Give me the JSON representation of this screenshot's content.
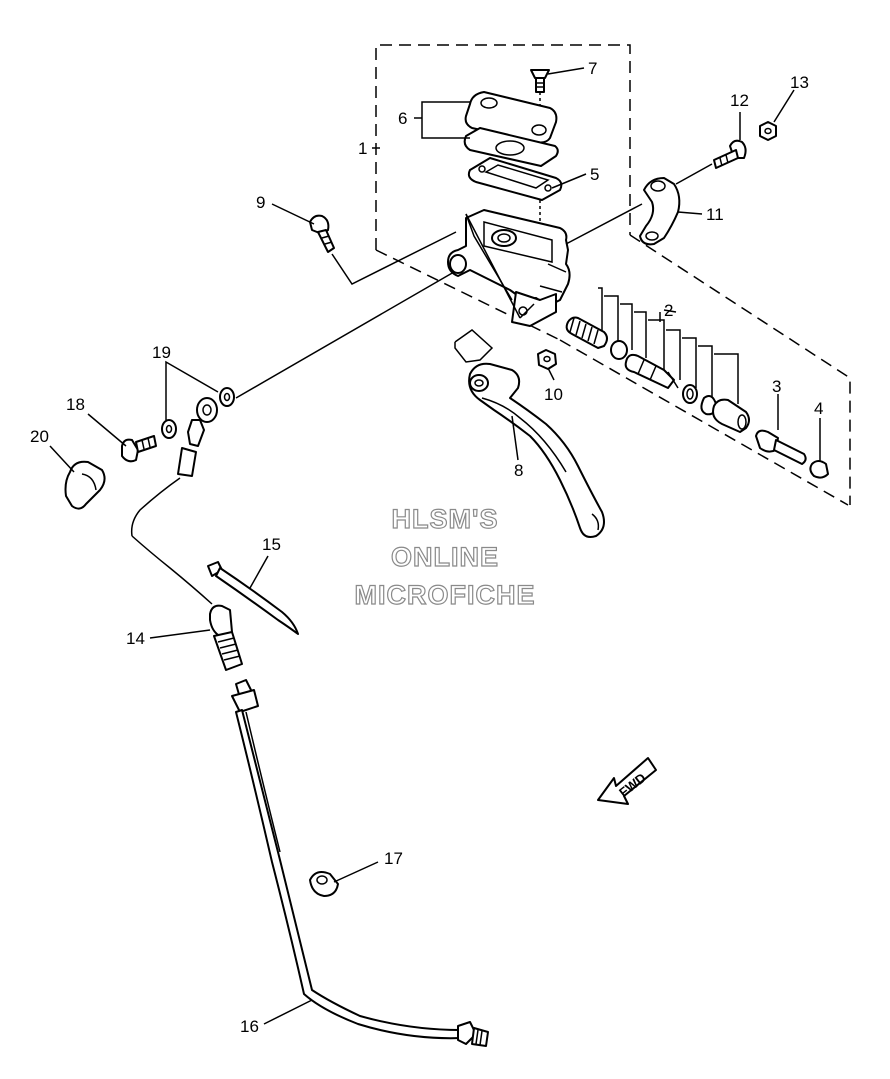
{
  "watermark": {
    "line1": "HLSM'S",
    "line2": "ONLINE",
    "line3": "MICROFICHE"
  },
  "direction_label": "FWD",
  "callouts": {
    "c1": "1",
    "c2": "2",
    "c3": "3",
    "c4": "4",
    "c5": "5",
    "c6": "6",
    "c7": "7",
    "c8": "8",
    "c9": "9",
    "c10": "10",
    "c11": "11",
    "c12": "12",
    "c13": "13",
    "c14": "14",
    "c15": "15",
    "c16": "16",
    "c17": "17",
    "c18": "18",
    "c19": "19",
    "c20": "20"
  }
}
